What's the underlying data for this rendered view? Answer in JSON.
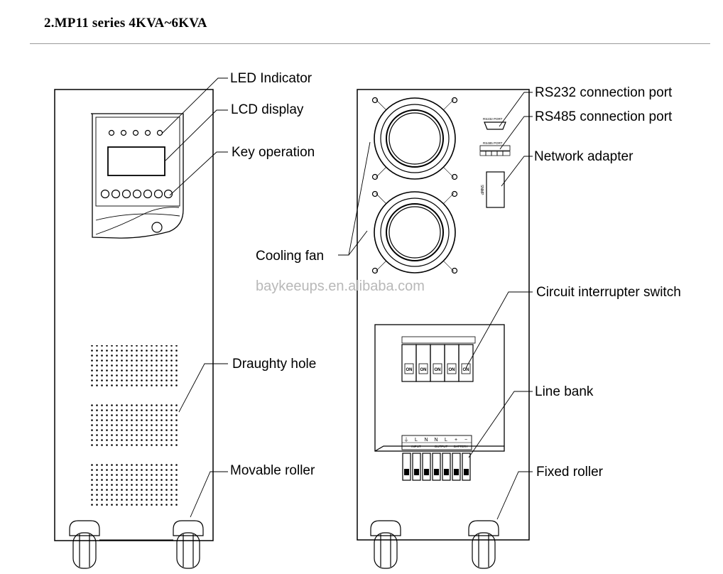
{
  "title": "2.MP11 series 4KVA~6KVA",
  "watermark": "baykeeups.en.alibaba.com",
  "labels": {
    "led_indicator": "LED Indicator",
    "lcd_display": "LCD display",
    "key_operation": "Key operation",
    "cooling_fan": "Cooling fan",
    "draughty_hole": "Draughty hole",
    "movable_roller": "Movable roller",
    "rs232": "RS232 connection port",
    "rs485": "RS485 connection port",
    "network_adapter": "Network adapter",
    "circuit_switch": "Circuit interrupter switch",
    "line_bank": "Line bank",
    "fixed_roller": "Fixed roller"
  },
  "panel_text": {
    "rs232_tag": "RS232  PORT",
    "rs485_tag": "RS485  PORT",
    "snmp": "SNMP",
    "breaker_state": "ON",
    "terminal_top": [
      "⏚",
      "L",
      "N",
      "N",
      "L",
      "+",
      "−"
    ],
    "terminal_bottom": [
      "INPUT",
      "",
      "",
      "OUTPUT",
      "",
      "BATTERY",
      ""
    ]
  }
}
